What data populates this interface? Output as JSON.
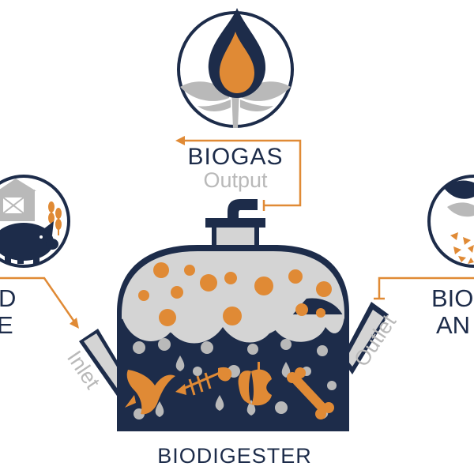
{
  "labels": {
    "biogas": "BIOGAS",
    "output": "Output",
    "left_line1": "D",
    "left_line2": "E",
    "right_line1": "BIO",
    "right_line2": "AN",
    "inlet": "Inlet",
    "outlet": "Outlet",
    "biodigester": "BIODIGESTER"
  },
  "colors": {
    "navy": "#1d2c4a",
    "orange": "#e08a35",
    "gray": "#b9b9b9",
    "light_gray": "#d4d4d4",
    "white": "#ffffff"
  },
  "icons": {
    "biogas_flame": "flame-icon",
    "plant": "plant-icon",
    "farm": "farm-icon",
    "pig": "pig-icon",
    "leaf": "leaf-icon",
    "fish_bone": "fish-bone-icon",
    "apple_core": "apple-core-icon",
    "bone": "bone-icon",
    "bird": "bird-icon"
  }
}
